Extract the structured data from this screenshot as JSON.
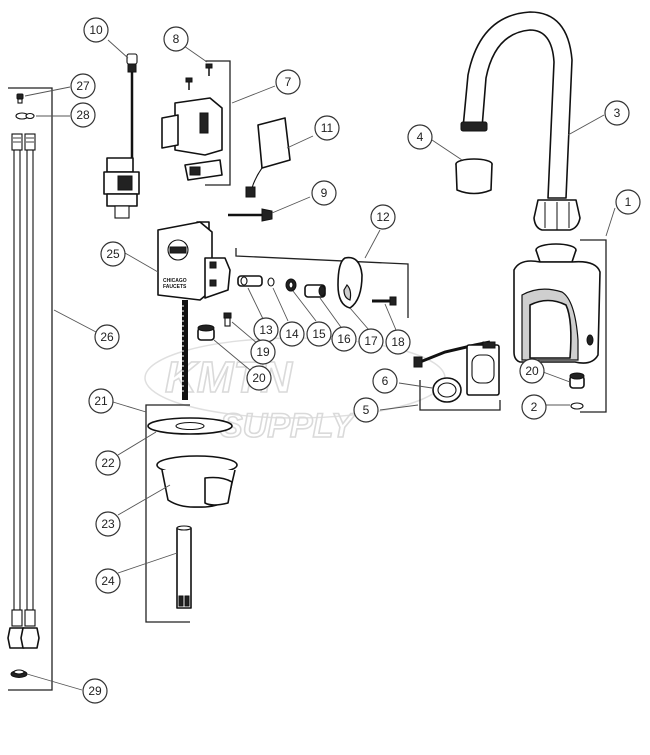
{
  "diagram": {
    "callouts": [
      "1",
      "2",
      "3",
      "4",
      "5",
      "6",
      "7",
      "8",
      "9",
      "10",
      "11",
      "12",
      "13",
      "14",
      "15",
      "16",
      "17",
      "18",
      "19",
      "20",
      "20",
      "21",
      "22",
      "23",
      "24",
      "25",
      "26",
      "27",
      "28",
      "29"
    ],
    "watermark": {
      "brand": "KMTN",
      "supply": "SUPPLY"
    },
    "part_label": {
      "line1": "CHICAGO",
      "line2": "FAUCETS"
    }
  }
}
